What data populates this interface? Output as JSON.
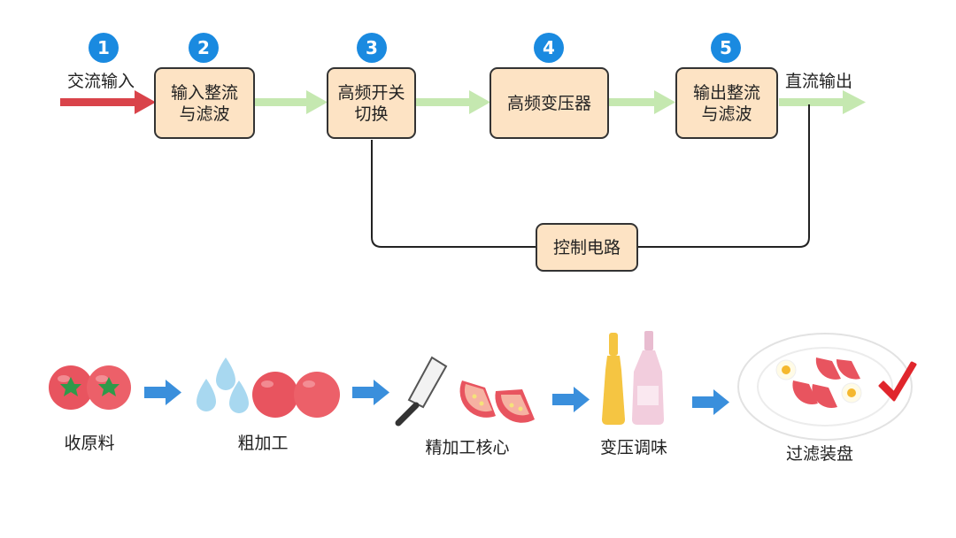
{
  "top_flow": {
    "input_label": "交流输入",
    "output_label": "直流输出",
    "steps": [
      {
        "number": "1"
      },
      {
        "number": "2",
        "line1": "输入整流",
        "line2": "与滤波"
      },
      {
        "number": "3",
        "line1": "高频开关",
        "line2": "切换"
      },
      {
        "number": "4",
        "line1": "高频变压器",
        "line2": ""
      },
      {
        "number": "5",
        "line1": "输出整流",
        "line2": "与滤波"
      }
    ],
    "control_label": "控制电路",
    "colors": {
      "input_arrow": "#d9434a",
      "flow_arrow": "#c5e8b0",
      "box_fill": "#fde3c4",
      "badge": "#1a8ae0"
    }
  },
  "bottom_flow": {
    "stages": [
      {
        "label": "收原料",
        "icon": "tomatoes-icon"
      },
      {
        "label": "粗加工",
        "icon": "water-drops-tomatoes-icon"
      },
      {
        "label": "精加工核心",
        "icon": "knife-sliced-tomato-icon"
      },
      {
        "label": "变压调味",
        "icon": "seasoning-bottles-icon"
      },
      {
        "label": "过滤装盘",
        "icon": "plated-dish-icon"
      }
    ],
    "colors": {
      "arrow": "#3a8fdc",
      "tomato": "#e8545f",
      "check": "#e0262c"
    }
  }
}
